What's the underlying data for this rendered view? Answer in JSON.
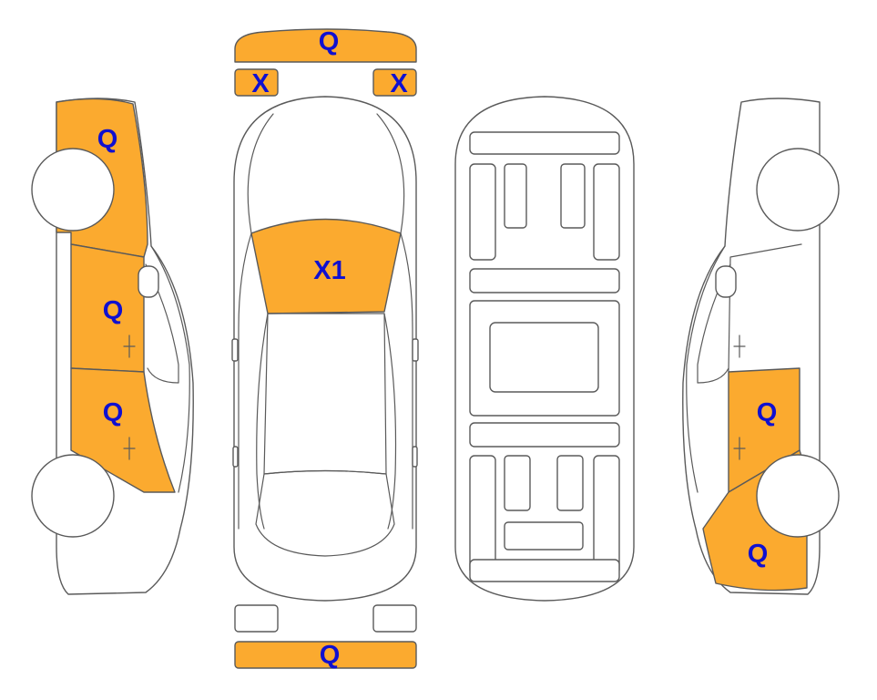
{
  "colors": {
    "damage_fill": "#FBAA2F",
    "code_text": "#1010D0",
    "outline": "#5A5A5A",
    "background": "#FFFFFF"
  },
  "damage_codes": {
    "front_bumper": "Q",
    "front_left_light": "X",
    "front_right_light": "X",
    "windshield": "X1",
    "rear_bumper": "Q",
    "left_front_fender": "Q",
    "left_front_door": "Q",
    "left_rear_door": "Q",
    "right_rear_door": "Q",
    "right_rear_quarter": "Q"
  }
}
